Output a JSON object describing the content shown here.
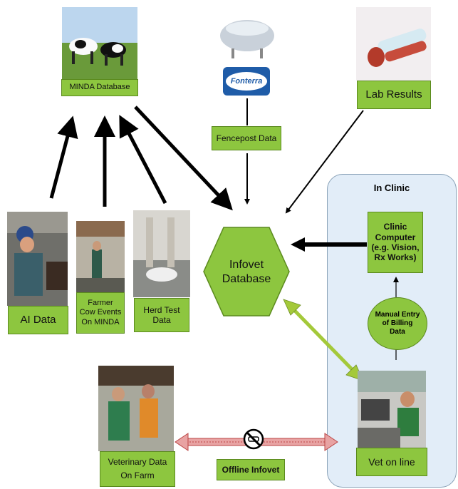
{
  "nodes": {
    "minda_db": "MINDA Database",
    "fonterra_logo": "Fonterra",
    "fencepost": "Fencepost Data",
    "lab_results": "Lab Results",
    "ai_data": "AI Data",
    "farmer_events_line1": "Farmer",
    "farmer_events_line2": "Cow Events",
    "farmer_events_line3": "On MINDA",
    "herd_test_line1": "Herd Test",
    "herd_test_line2": "Data",
    "infovet_line1": "Infovet",
    "infovet_line2": "Database",
    "in_clinic": "In Clinic",
    "clinic_computer_line1": "Clinic",
    "clinic_computer_line2": "Computer",
    "clinic_computer_line3": "(e.g. Vision,",
    "clinic_computer_line4": "Rx Works)",
    "manual_entry_line1": "Manual Entry",
    "manual_entry_line2": "of Billing",
    "manual_entry_line3": "Data",
    "vet_online": "Vet on line",
    "vet_farm_line1": "Veterinary Data",
    "vet_farm_line2": "On Farm",
    "offline_infovet": "Offline Infovet"
  },
  "colors": {
    "label_green": "#8dc63f",
    "infovet_green": "#8dc63f",
    "clinic_bg": "#e2edf8",
    "double_arrow_green": "#a4c93a",
    "offline_arrow_red": "#e8a3a3"
  },
  "icons": [
    "no-entry-icon"
  ]
}
